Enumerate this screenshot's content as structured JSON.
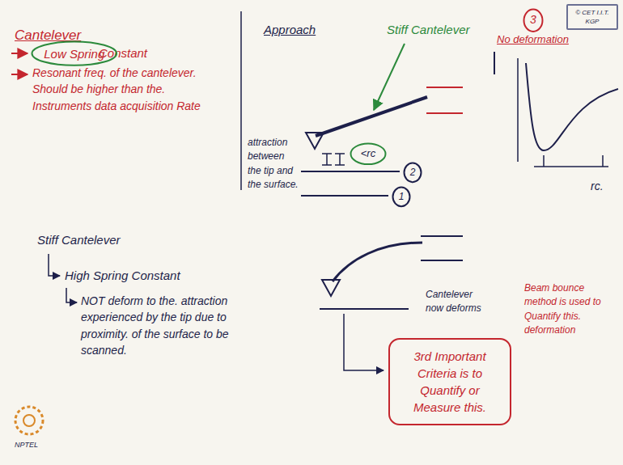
{
  "diagram": {
    "nodes": [
      {
        "text": [
          "3"
        ]
      },
      {
        "text": [
          "© CET I.I.T. KGP"
        ]
      },
      {
        "text": [
          "Low Spring"
        ]
      },
      {
        "text": [
          "<rc"
        ]
      },
      {
        "text": [
          "2"
        ]
      },
      {
        "text": [
          "1"
        ]
      },
      {
        "text": [
          "3rd Important Criteria is to Quantify or Measure this."
        ]
      }
    ],
    "labels": [
      "Cantelever",
      "Constant",
      "Resonant freq. of the cantelever. Should be higher than the. Instruments data acquisition Rate",
      "Approach",
      "Stiff Cantelever",
      "No deformation",
      "attraction between the tip and the surface.",
      "rc.",
      "Stiff Cantelever",
      "High Spring Constant",
      "NOT deform to the. attraction experienced by the tip due to proximity. of the surface to be scanned.",
      "Cantelever now deforms",
      "Beam bounce method is used to Quantify this. deformation",
      "NPTEL"
    ]
  }
}
